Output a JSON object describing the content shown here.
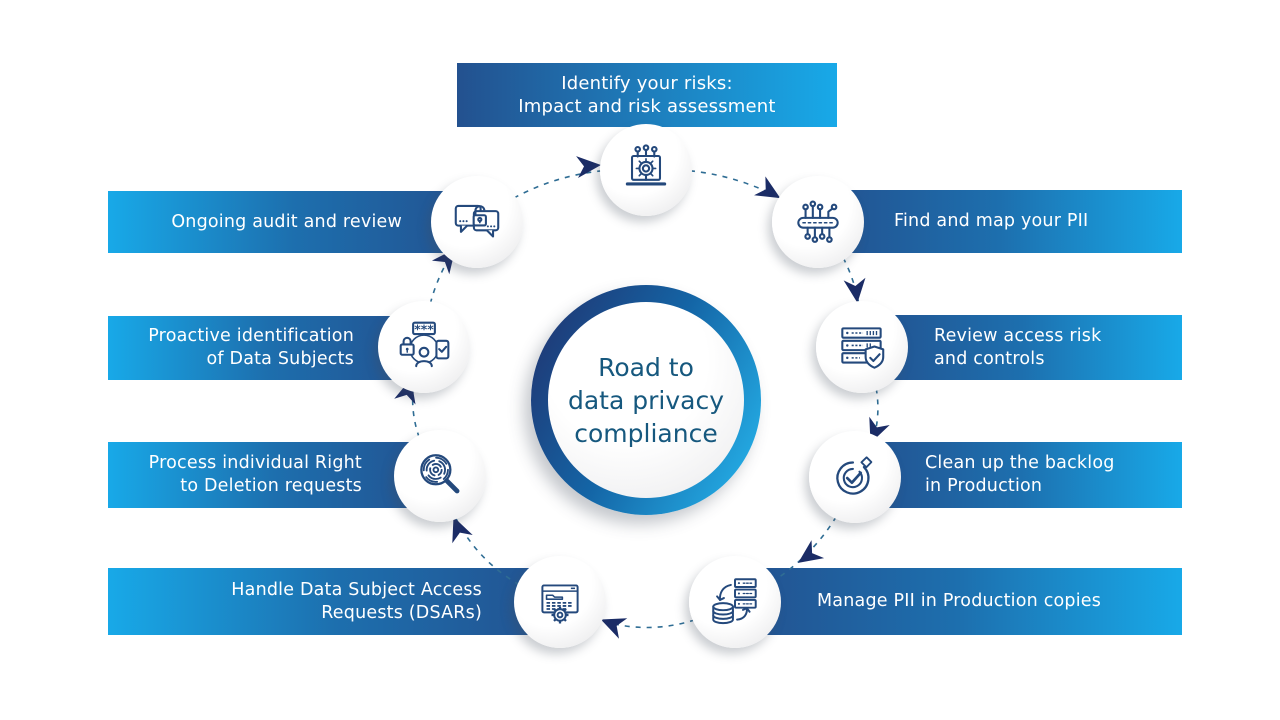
{
  "diagram": {
    "center": {
      "lines": [
        "Road to",
        "data privacy",
        "compliance"
      ]
    },
    "steps": [
      {
        "id": "identify-risks",
        "icon": "laptop-scan-icon",
        "lines": [
          "Identify your risks:",
          "Impact and risk assessment"
        ]
      },
      {
        "id": "find-map-pii",
        "icon": "data-mapping-icon",
        "lines": [
          "Find and map your PII"
        ]
      },
      {
        "id": "review-access",
        "icon": "server-shield-icon",
        "lines": [
          "Review access risk",
          "and controls"
        ]
      },
      {
        "id": "clean-backlog",
        "icon": "target-check-icon",
        "lines": [
          "Clean up the backlog",
          "in Production"
        ]
      },
      {
        "id": "manage-pii-copies",
        "icon": "database-copy-icon",
        "lines": [
          "Manage PII in Production copies"
        ]
      },
      {
        "id": "handle-dsars",
        "icon": "document-gear-icon",
        "lines": [
          "Handle Data Subject Access",
          "Requests (DSARs)"
        ]
      },
      {
        "id": "right-to-deletion",
        "icon": "fingerprint-search-icon",
        "lines": [
          "Process individual Right",
          "to Deletion requests"
        ]
      },
      {
        "id": "proactive-identification",
        "icon": "identity-verification-icon",
        "lines": [
          "Proactive identification",
          "of Data Subjects"
        ]
      },
      {
        "id": "ongoing-audit",
        "icon": "chat-lock-icon",
        "lines": [
          "Ongoing audit and review"
        ]
      }
    ],
    "colors": {
      "banner_gradient_dark": "#23518f",
      "banner_gradient_light": "#18a9e8",
      "arrow_navy": "#1b2c66",
      "dashed_line": "#2f6d94",
      "icon_stroke": "#24497c",
      "center_text": "#16587e",
      "ring_gradient_start": "#1e3d7a",
      "ring_gradient_end": "#23a7e0"
    }
  }
}
